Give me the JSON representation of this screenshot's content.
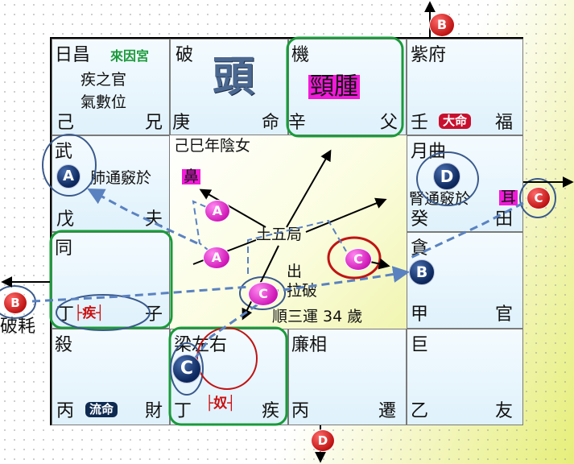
{
  "palaces": {
    "top_left": {
      "stars": "日昌",
      "tag": "來因宮",
      "note1": "疾之官",
      "note2": "氣數位",
      "stem": "己",
      "name": "兄"
    },
    "top_2": {
      "stars": "破",
      "big": "頭",
      "stem": "庚",
      "name": "命"
    },
    "top_3": {
      "stars": "機",
      "highlight": "頸腫",
      "stem": "辛",
      "name": "父"
    },
    "top_right": {
      "stars": "紫府",
      "badge": "大命",
      "stem": "壬",
      "name": "福"
    },
    "mid_left_1": {
      "stars": "武",
      "note": "肺通竅於",
      "note_hl": "鼻",
      "stem": "戊",
      "name": "夫"
    },
    "mid_left_2": {
      "stars": "同",
      "bracket": "├疾┤",
      "stem": "丁",
      "name": "子"
    },
    "mid_right_1": {
      "stars": "月曲",
      "note": "腎通竅於",
      "note_hl": "耳",
      "stem": "癸",
      "name": "田"
    },
    "mid_right_2": {
      "stars": "貪",
      "stem": "甲",
      "name": "官"
    },
    "bot_left": {
      "stars": "殺",
      "stem": "丙",
      "badge": "流命",
      "name": "財"
    },
    "bot_2": {
      "stars": "梁左右",
      "bracket": "├奴┤",
      "stem": "丁",
      "name": "疾"
    },
    "bot_3": {
      "stars": "廉相",
      "stem": "丙",
      "name": "遷"
    },
    "bot_right": {
      "stars": "巨",
      "stem": "乙",
      "name": "友"
    }
  },
  "center": {
    "line1": "己巳年陰女",
    "line2": "土五局",
    "line3": "出",
    "line4": "拉破",
    "line5": "順三運 34 歲"
  },
  "outside": {
    "left_label": "破耗"
  },
  "markers": {
    "wu_a": "A",
    "yue_d": "D",
    "tan_b": "B",
    "liang_c": "C",
    "center_a1": "A",
    "center_a2": "A",
    "center_c1": "C",
    "center_c2": "C",
    "top_b": "B",
    "right_c": "C",
    "left_b": "B",
    "bottom_d": "D"
  },
  "colors": {
    "navy": "#0e2a60",
    "magenta": "#d018b8",
    "red": "#c01414",
    "green": "#1a9a3a"
  }
}
